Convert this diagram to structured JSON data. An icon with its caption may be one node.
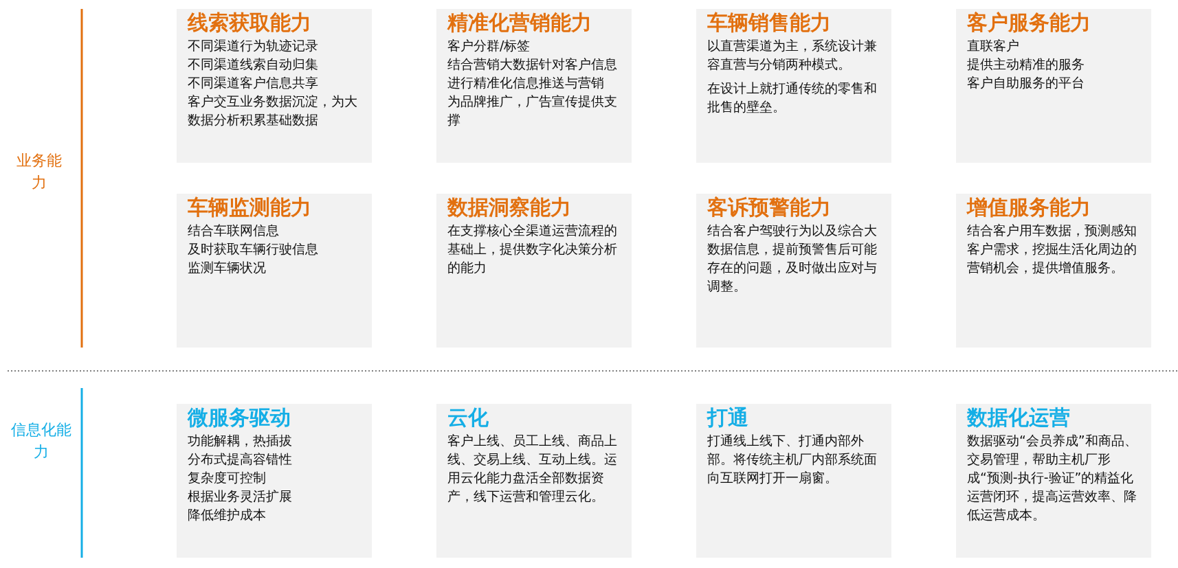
{
  "diagram": {
    "nodes": [
      {
        "text": [
          "线索获取能力",
          "不同渠道行为轨迹记录",
          "不同渠道线索自动归集",
          "不同渠道客户信息共享",
          "客户交互业务数据沉淀，为大数据分析积累基础数据"
        ]
      },
      {
        "text": [
          "精准化营销能力",
          "客户分群/标签",
          "结合营销大数据针对客户信息进行精准化信息推送与营销",
          "为品牌推广，广告宣传提供支撑"
        ]
      },
      {
        "text": [
          "车辆销售能力",
          "以直营渠道为主，系统设计兼容直营与分销两种模式。",
          "在设计上就打通传统的零售和批售的壁垒。"
        ]
      },
      {
        "text": [
          "客户服务能力",
          "直联客户",
          "提供主动精准的服务",
          "客户自助服务的平台"
        ]
      },
      {
        "text": [
          "车辆监测能力",
          "结合车联网信息",
          "及时获取车辆行驶信息",
          "监测车辆状况"
        ]
      },
      {
        "text": [
          "数据洞察能力",
          "在支撑核心全渠道运营流程的基础上，提供数字化决策分析的能力"
        ]
      },
      {
        "text": [
          "客诉预警能力",
          "结合客户驾驶行为以及综合大数据信息，提前预警售后可能存在的问题，及时做出应对与调整。"
        ]
      },
      {
        "text": [
          "增值服务能力",
          "结合客户用车数据，预测感知客户需求，挖掘生活化周边的营销机会，提供增值服务。"
        ]
      },
      {
        "text": [
          "微服务驱动",
          "功能解耦，热插拔",
          "分布式提高容错性",
          "复杂度可控制",
          "根据业务灵活扩展",
          "降低维护成本"
        ]
      },
      {
        "text": [
          "云化",
          "客户上线、员工上线、商品上线、交易上线、互动上线。运用云化能力盘活全部数据资产，线下运营和管理云化。"
        ]
      },
      {
        "text": [
          "打通",
          "打通线上线下、打通内部外部。将传统主机厂内部系统面向互联网打开一扇窗。"
        ]
      },
      {
        "text": [
          "数据化运营",
          "数据驱动“会员养成”和商品、交易管理，帮助主机厂形成“预测-执行-验证”的精益化运营闭环，提高运营效率、降低运营成本。"
        ]
      }
    ],
    "edges": [],
    "labels": [
      "业务能力",
      "信息化能力"
    ]
  }
}
